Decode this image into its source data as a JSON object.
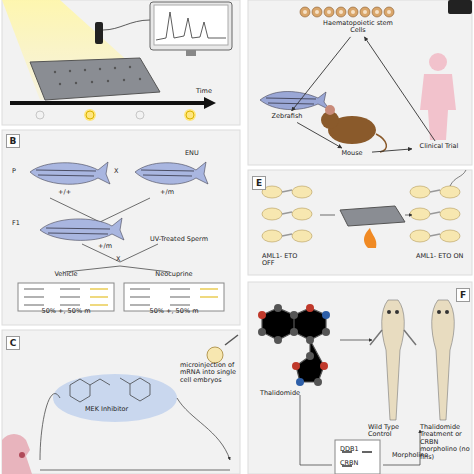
{
  "diagram": {
    "nodes": [
      {
        "text": [
          "Haematopoietic stem Cells"
        ]
      },
      {
        "text": [
          "Zebrafish"
        ]
      },
      {
        "text": [
          "Mouse"
        ]
      },
      {
        "text": [
          "Clinical Trial"
        ]
      },
      {
        "text": [
          "Vehicle",
          "50% +, 50% m"
        ]
      },
      {
        "text": [
          "Neocuprine",
          "50% +, 50% m"
        ]
      }
    ],
    "edges": [
      {
        "from": 0,
        "to": 1,
        "arrow": "to"
      },
      {
        "from": 1,
        "to": 2,
        "arrow": "to"
      },
      {
        "from": 2,
        "to": 3,
        "arrow": "to"
      },
      {
        "from": 3,
        "to": 0,
        "arrow": "to"
      }
    ],
    "labels": [
      "Time",
      "B",
      "P",
      "+/+",
      "X",
      "+/m",
      "ENU",
      "F1",
      "+/m",
      "UV-Treated Sperm",
      "X",
      "E",
      "AML1- ETO OFF",
      "AML1- ETO ON",
      "C",
      "MEK Inhibitor",
      "microinjection of mRNA into single cell embryos",
      "F",
      "Thalidomide",
      "Wild Type Control",
      "Thalidomide Treatment or CRBN morpholino (no fins)",
      "DDB1",
      "CRBN",
      "Morpholino"
    ]
  }
}
